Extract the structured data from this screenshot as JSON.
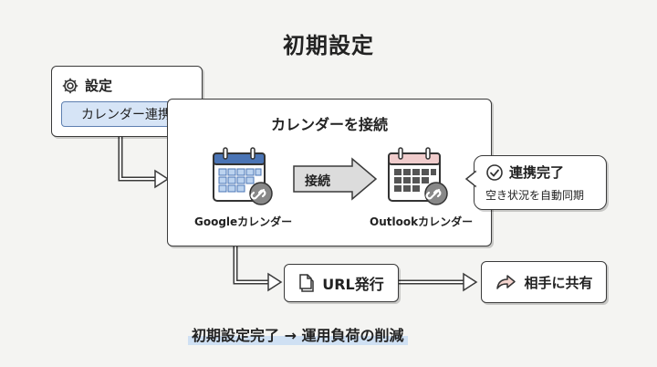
{
  "title": "初期設定",
  "settings": {
    "heading": "設定",
    "item": "カレンダー連携",
    "icon": "gear-icon"
  },
  "main": {
    "title": "カレンダーを接続",
    "source": {
      "label": "Googleカレンダー",
      "color": "#4a74b5",
      "icon": "calendar-link-icon"
    },
    "target": {
      "label": "Outlookカレンダー",
      "color": "#d46a6a",
      "icon": "calendar-link-icon"
    },
    "connect_label": "接続"
  },
  "status": {
    "title": "連携完了",
    "subtitle": "空き状況を自動同期",
    "icon": "check-circle-icon"
  },
  "url": {
    "label": "URL発行",
    "icon": "document-icon"
  },
  "share": {
    "label": "相手に共有",
    "icon": "share-arrow-icon"
  },
  "footer": "初期設定完了 → 運用負荷の削減",
  "colors": {
    "accent_blue": "#d6e4f6",
    "border": "#3a3a3a",
    "arrow_fill": "#dcdcdc"
  }
}
